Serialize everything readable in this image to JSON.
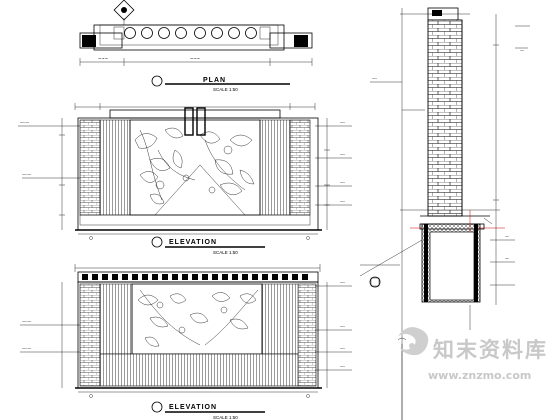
{
  "drawing": {
    "plan": {
      "title": "PLAN",
      "scale": "SCALE 1:50"
    },
    "elevation_1": {
      "title": "ELEVATION",
      "scale": "SCALE 1:50"
    },
    "elevation_2": {
      "title": "ELEVATION",
      "scale": "SCALE 1:50"
    }
  },
  "watermark": {
    "brand": "知末资料库",
    "url": "www.znzmo.com"
  }
}
